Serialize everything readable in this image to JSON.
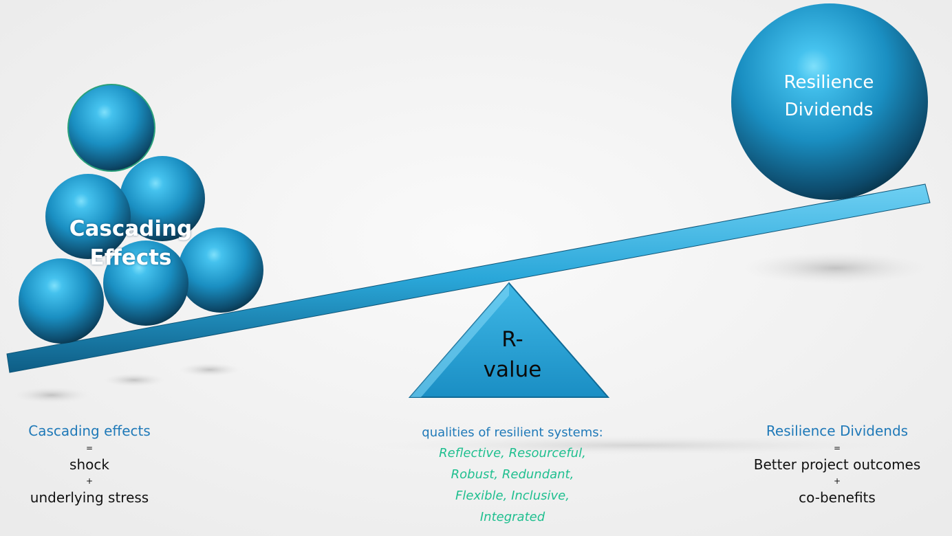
{
  "colors": {
    "sphere_light": "#6fd6f7",
    "sphere_mid": "#1a9cd0",
    "sphere_dark": "#0b3c57",
    "beam": "#2aa7d9",
    "caption_head": "#1f79b8",
    "qualities": "#1fbf8f"
  },
  "cascade": {
    "line1": "Cascading",
    "line2": "Effects"
  },
  "dividend": {
    "line1": "Resilience",
    "line2": "Dividends"
  },
  "fulcrum": {
    "line1": "R-",
    "line2": "value"
  },
  "captions": {
    "left": {
      "title": "Cascading effects",
      "eq": "=",
      "line1": "shock",
      "plus": "+",
      "line2": "underlying stress"
    },
    "middle": {
      "title": "qualities of resilient systems:",
      "q1": "Reflective, Resourceful,",
      "q2": "Robust, Redundant,",
      "q3": "Flexible, Inclusive,",
      "q4": "Integrated"
    },
    "right": {
      "title": "Resilience Dividends",
      "eq": "=",
      "line1": "Better project outcomes",
      "plus": "+",
      "line2": "co-benefits"
    }
  }
}
